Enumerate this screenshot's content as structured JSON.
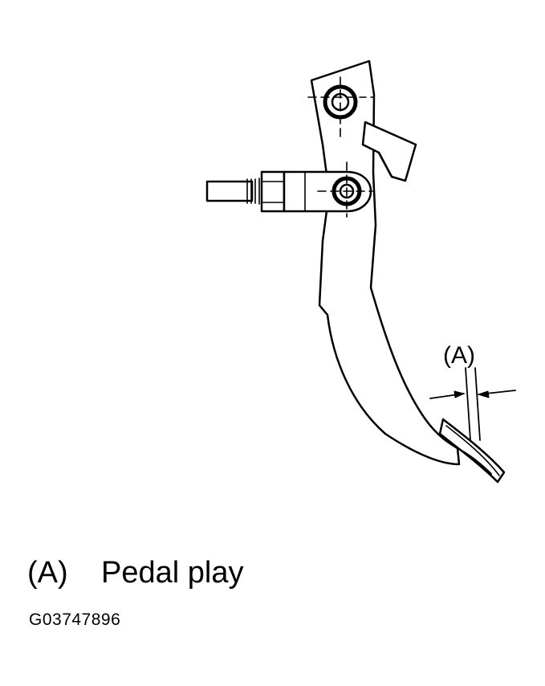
{
  "diagram": {
    "callout_label": "(A)"
  },
  "legend": {
    "key": "(A)",
    "description": "Pedal play"
  },
  "figure_code": "G03747896",
  "colors": {
    "line": "#000000",
    "background": "#ffffff"
  }
}
